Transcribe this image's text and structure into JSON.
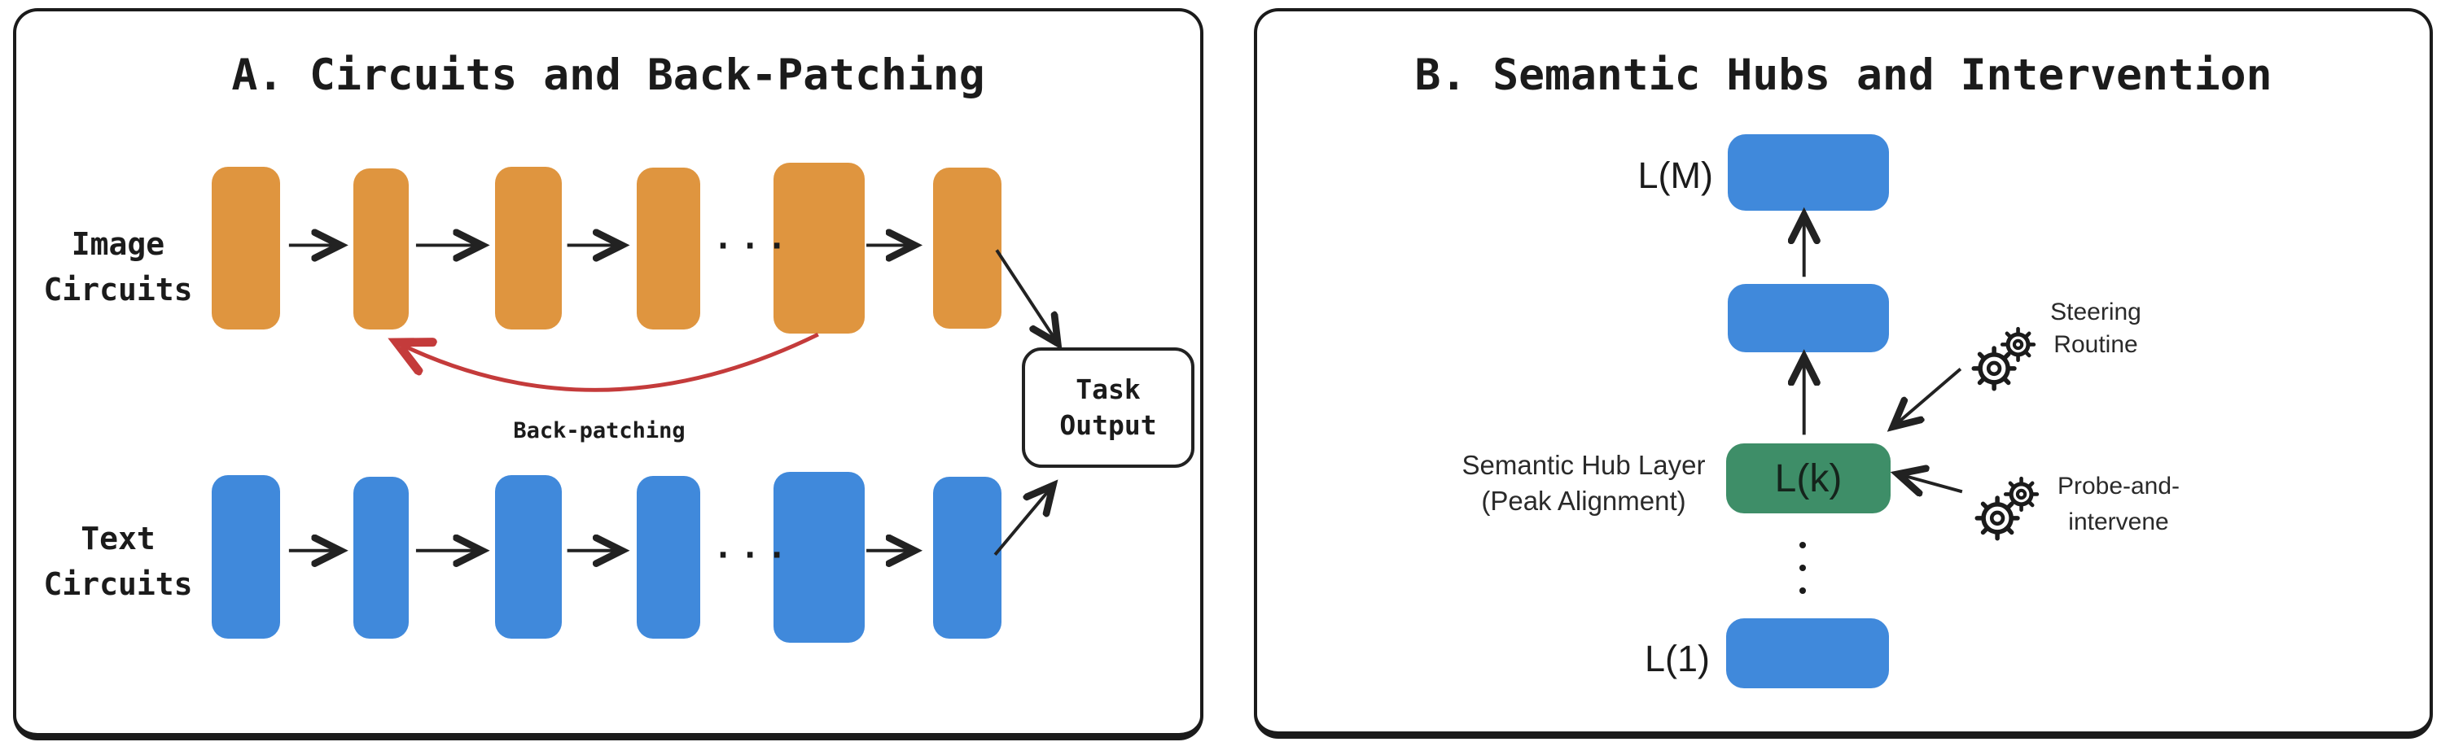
{
  "colors": {
    "image_circuit_orange": "#DF953F",
    "text_circuit_blue": "#4089DB",
    "hub_green": "#3E8E68",
    "back_patch_red": "#C43B3B",
    "ink": "#1b1b1b"
  },
  "panel_a": {
    "title": "A. Circuits and Back-Patching",
    "image_row_label": {
      "line1": "Image",
      "line2": "Circuits"
    },
    "text_row_label": {
      "line1": "Text",
      "line2": "Circuits"
    },
    "ellipsis": "···",
    "back_patching_label": "Back-patching",
    "task_output": {
      "line1": "Task",
      "line2": "Output"
    }
  },
  "panel_b": {
    "title": "B. Semantic Hubs and Intervention",
    "top_layer_label": "L(M)",
    "bottom_layer_label": "L(1)",
    "hub_block_label": "L(k)",
    "hub_caption": {
      "line1": "Semantic Hub Layer",
      "line2": "(Peak Alignment)"
    },
    "steering_label": {
      "line1": "Steering",
      "line2": "Routine"
    },
    "probe_label": {
      "line1": "Probe-and-",
      "line2": "intervene"
    }
  }
}
